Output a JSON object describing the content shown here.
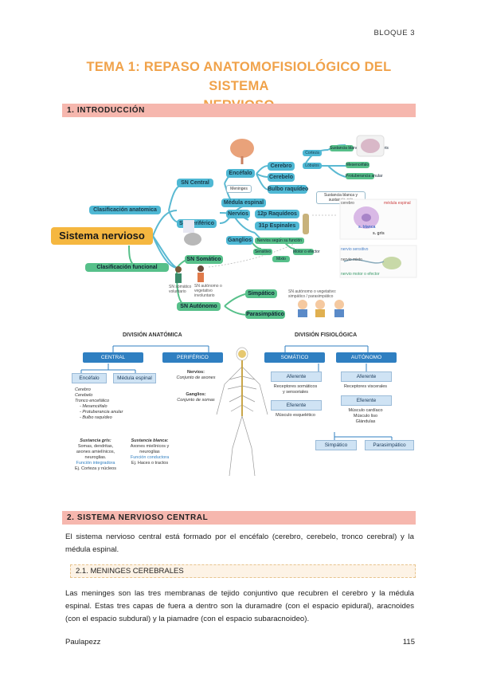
{
  "header": {
    "bloque": "BLOQUE 3"
  },
  "title": {
    "line1": "TEMA 1: REPASO ANATOMOFISIOLÓGICO DEL SISTEMA",
    "line2": "NERVIOSO"
  },
  "section1": {
    "label": "1.  INTRODUCCIÓN"
  },
  "mindmap": {
    "root": "Sistema nervioso",
    "clasif_anat": "Clasificación anatomica",
    "clasif_func": "Clasificación funcional",
    "sn_central": "SN Central",
    "sn_periferico": "SN Periférico",
    "sn_somatico": "SN Somático",
    "sn_autonomo": "SN Autónomo",
    "encefalo": "Encéfalo",
    "meninges": "Meninges",
    "medula": "Médula espinal",
    "cerebro": "Cerebro",
    "cerebelo": "Cerebelo",
    "bulbo": "Bulbo raquídeo",
    "nervios": "Nervios",
    "ganglios": "Ganglios",
    "pares_craneales": "12p Raquídeos",
    "pares_espinales": "31p Espinales",
    "simpatico": "Simpático",
    "parasimpatico": "Parasimpático",
    "sustancia": "Sustancia blanca y sustancia gris",
    "nervios_funcion": "Nervios según su función",
    "sensitivo": "Sensitivo",
    "mixto": "Mixto",
    "motor": "Motor o efector",
    "corteza": "Corteza",
    "lobulos": "Lóbulos",
    "mesencefalo": "Mesencéfalo",
    "protuberancia": "Protuberancia anular",
    "lbl_cerebro": "cerebro",
    "lbl_medula": "médula espinal",
    "lbl_sblanca": "s. blanca",
    "lbl_sgris": "s. gris",
    "lbl_nsensitivo": "nervio sensitivo",
    "lbl_nmixto": "nervio mixto",
    "lbl_nmotor": "nervio motor o efector",
    "lbl_voluntario": "SN somático voluntario",
    "lbl_involuntario": "SN autónomo o vegetativo involuntario",
    "lbl_autonomo_desc": "SN autónomo o vegetativo: simpático / parasimpático"
  },
  "division": {
    "anat_title": "DIVISIÓN ANATÓMICA",
    "fisio_title": "DIVISIÓN FISIOLÓGICA",
    "central": "CENTRAL",
    "periferico": "PERIFÉRICO",
    "somatico": "SOMÁTICO",
    "autonomo": "AUTÓNOMO",
    "encefalo": "Encéfalo",
    "medula": "Médula espinal",
    "enc_list": [
      "Cerebro",
      "Cerebelo",
      "Tronco encefálico",
      "- Mesencéfalo",
      "- Protuberancia anular",
      "- Bulbo raquídeo"
    ],
    "nervios": "Nervios:",
    "nervios_desc": "Conjunto de axones",
    "ganglios": "Ganglios:",
    "ganglios_desc": "Conjunto de somas",
    "sgris_title": "Sustancia gris:",
    "sgris_list": [
      "Somas, dendritas,",
      "axones amielínicos,",
      "neuroglias."
    ],
    "sgris_func": "Función integradora",
    "sgris_ej": "Ej. Corteza y núcleos",
    "sblanca_title": "Sustancia blanca:",
    "sblanca_list": [
      "Axones mielínicos y",
      "neuroglias"
    ],
    "sblanca_func": "Función conductora",
    "sblanca_ej": "Ej. Haces o tractos",
    "aferente": "Aferente",
    "eferente": "Eferente",
    "som_af_desc": [
      "Receptores somáticos",
      "y sensoriales"
    ],
    "som_ef_desc": "Músculo esquelético",
    "aut_af_desc": "Receptores viscerales",
    "aut_ef_desc": [
      "Músculo cardíaco",
      "Músculo liso",
      "Glándulas"
    ],
    "simpatico": "Simpático",
    "parasimpatico": "Parasimpático"
  },
  "section2": {
    "label": "2. SISTEMA NERVIOSO CENTRAL"
  },
  "para1": "El sistema nervioso central está formado por el encéfalo (cerebro, cerebelo, tronco cerebral) y la médula espinal.",
  "subsection": {
    "label": "2.1. MENINGES CEREBRALES"
  },
  "para2": "Las meninges son las tres membranas de tejido conjuntivo que recubren el cerebro y la médula espinal. Estas tres capas de fuera a dentro son la duramadre (con el espacio epidural), aracnoides (con el espacio subdural) y la piamadre (con el espacio subaracnoideo).",
  "footer": {
    "author": "Paulapezz",
    "page": "115"
  }
}
